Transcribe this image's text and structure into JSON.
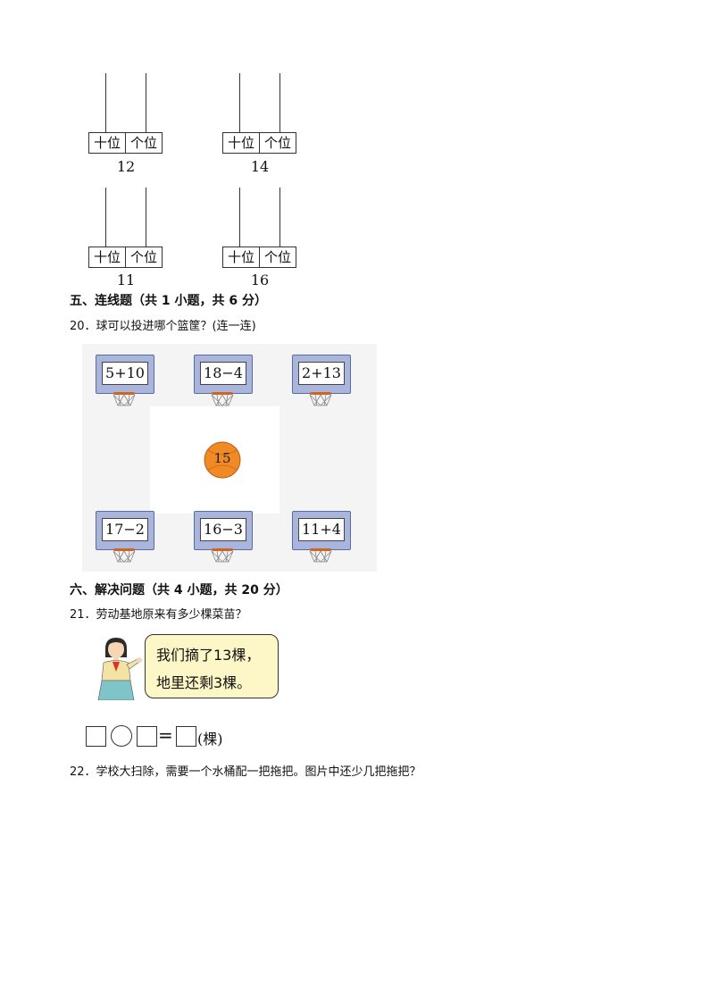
{
  "abacus": {
    "tens_label": "十位",
    "ones_label": "个位",
    "items": [
      {
        "number": "12"
      },
      {
        "number": "14"
      },
      {
        "number": "11"
      },
      {
        "number": "16"
      }
    ]
  },
  "section5": {
    "heading": "五、连线题（共 1 小题，共 6 分）",
    "q20": "20．球可以投进哪个篮筐？(连一连)",
    "ball_value": "15",
    "hoops_top": [
      "5+10",
      "18−4",
      "2+13"
    ],
    "hoops_bottom": [
      "17−2",
      "16−3",
      "11+4"
    ]
  },
  "section6": {
    "heading": "六、解决问题（共 4 小题，共 20 分）",
    "q21": "21．劳动基地原来有多少棵菜苗？",
    "speech_line1": "我们摘了13棵，",
    "speech_line2": "地里还剩3棵。",
    "equals": "=",
    "unit": "(棵)",
    "q22": "22．学校大扫除，需要一个水桶配一把拖把。图片中还少几把拖把？"
  },
  "colors": {
    "backboard": "#a9b5dc",
    "ball": "#f08a24",
    "bubble": "#fdf6c7",
    "court": "#f4f4f4"
  }
}
